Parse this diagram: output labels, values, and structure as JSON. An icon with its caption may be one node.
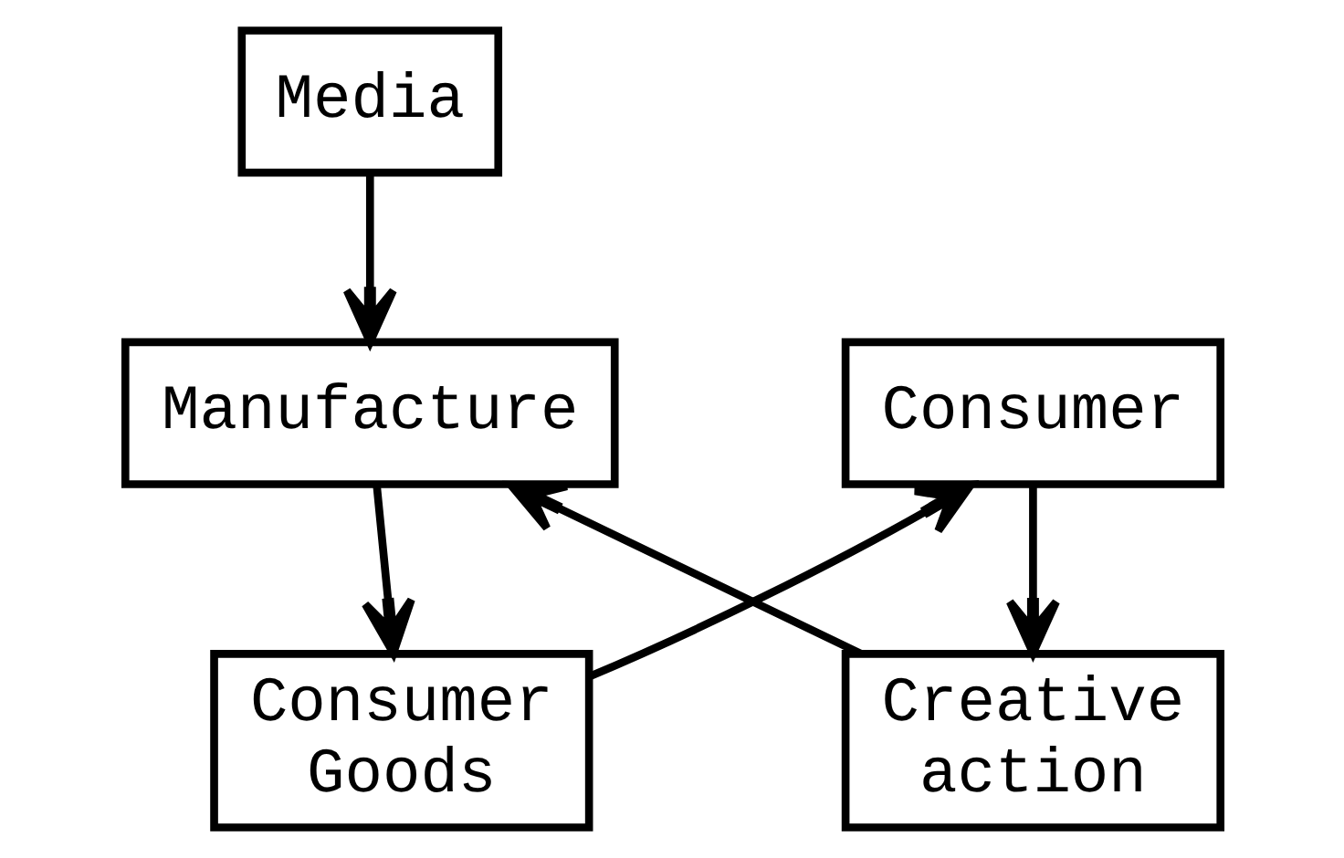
{
  "diagram": {
    "nodes": [
      {
        "text": [
          "Media"
        ]
      },
      {
        "text": [
          "Consumer"
        ]
      },
      {
        "text": [
          "Manufacture"
        ]
      },
      {
        "text": [
          "Consumer Goods"
        ]
      },
      {
        "text": [
          "Creative action"
        ]
      }
    ],
    "edges": [
      {
        "from": 0,
        "to": 2,
        "arrow": "to"
      },
      {
        "from": 3,
        "to": 1,
        "arrow": "to"
      },
      {
        "from": 2,
        "to": 3,
        "arrow": "to"
      },
      {
        "from": 1,
        "to": 4,
        "arrow": "to"
      },
      {
        "from": 4,
        "to": 2,
        "arrow": "to"
      }
    ]
  }
}
